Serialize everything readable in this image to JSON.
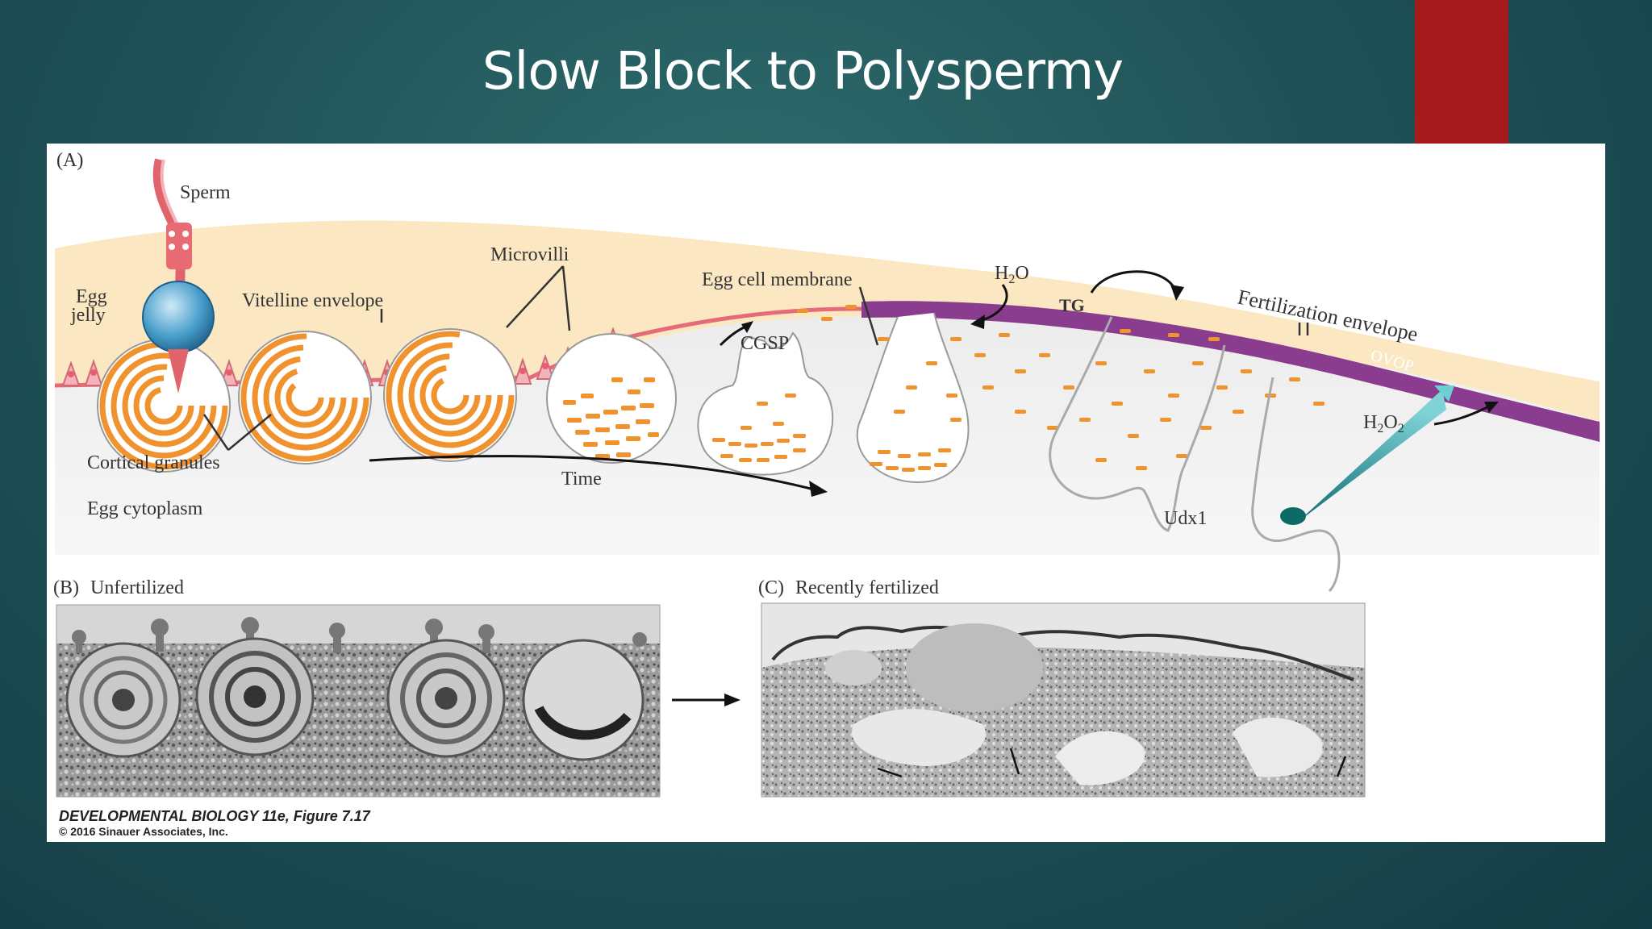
{
  "slide": {
    "title": "Slow Block to Polyspermy",
    "accent_color": "#a51a1c",
    "background_color": "#1f5257"
  },
  "figure": {
    "panel_a": {
      "tag": "(A)",
      "labels": {
        "sperm": "Sperm",
        "egg_jelly_1": "Egg",
        "egg_jelly_2": "jelly",
        "vitelline_envelope": "Vitelline envelope",
        "microvilli": "Microvilli",
        "egg_cell_membrane": "Egg cell membrane",
        "h2o": "H",
        "h2o_sub": "2",
        "h2o_end": "O",
        "tg": "TG",
        "fertilization_envelope": "Fertilization envelope",
        "ovop": "OVOP",
        "cgsp": "CGSP",
        "h2o2_h": "H",
        "h2o2_sub1": "2",
        "h2o2_o": "O",
        "h2o2_sub2": "2",
        "cortical_granules": "Cortical granules",
        "time": "Time",
        "egg_cytoplasm": "Egg cytoplasm",
        "udx1": "Udx1"
      },
      "colors": {
        "jelly": "#fbe8c2",
        "granule": "#f0922d",
        "microvilli": "#f1a6ad",
        "envelope": "#8a3c8f",
        "cytoplasm": "#e5e5e5",
        "h2o2_cone": "#1f9aa3"
      }
    },
    "panel_b": {
      "tag": "(B)",
      "title": "Unfertilized"
    },
    "panel_c": {
      "tag": "(C)",
      "title": "Recently fertilized"
    },
    "credit": {
      "line1": "DEVELOPMENTAL BIOLOGY 11e, Figure 7.17",
      "line2": "© 2016 Sinauer Associates, Inc."
    }
  }
}
